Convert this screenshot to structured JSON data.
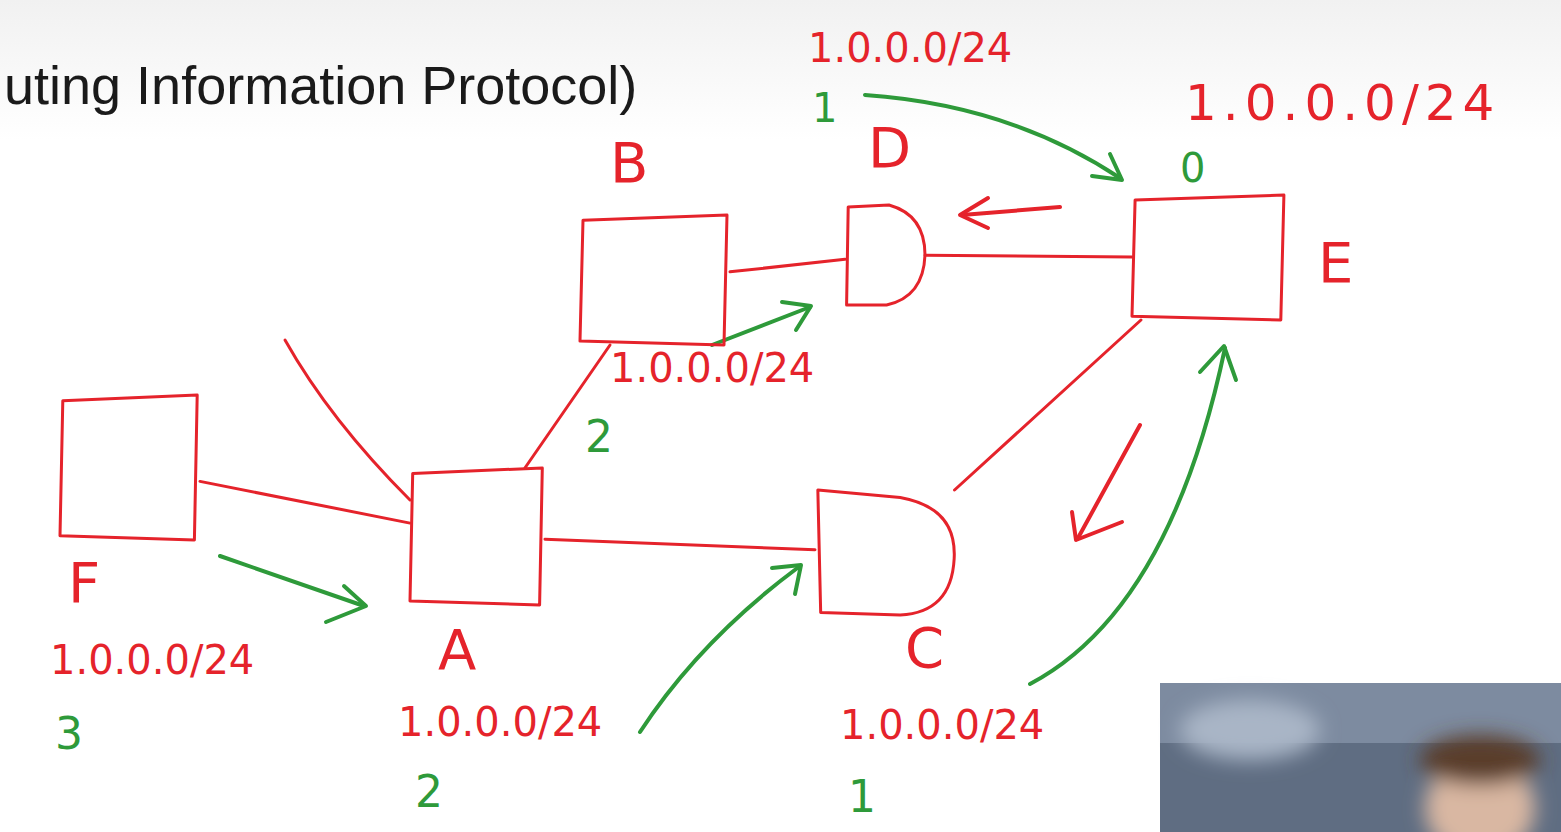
{
  "diagram": {
    "title": "uting Information Protocol)",
    "nodes": [
      {
        "text": [
          "B"
        ]
      },
      {
        "text": [
          "D"
        ]
      },
      {
        "text": [
          "E"
        ]
      },
      {
        "text": [
          "F"
        ]
      },
      {
        "text": [
          "A"
        ]
      },
      {
        "text": [
          "C"
        ]
      }
    ],
    "edges": [
      {
        "from": 0,
        "to": 1,
        "arrow": "none"
      },
      {
        "from": 1,
        "to": 2,
        "arrow": "none"
      },
      {
        "from": 0,
        "to": 4,
        "arrow": "none"
      },
      {
        "from": 3,
        "to": 4,
        "arrow": "none"
      },
      {
        "from": 4,
        "to": 5,
        "arrow": "none"
      },
      {
        "from": 5,
        "to": 2,
        "arrow": "none"
      }
    ],
    "labels": [
      "1.0.0.0/24",
      "1",
      "1.0.0.0/24",
      "0",
      "1.0.0.0/24",
      "2",
      "1.0.0.0/24",
      "3",
      "1.0.0.0/24",
      "2",
      "1.0.0.0/24",
      "1"
    ]
  }
}
